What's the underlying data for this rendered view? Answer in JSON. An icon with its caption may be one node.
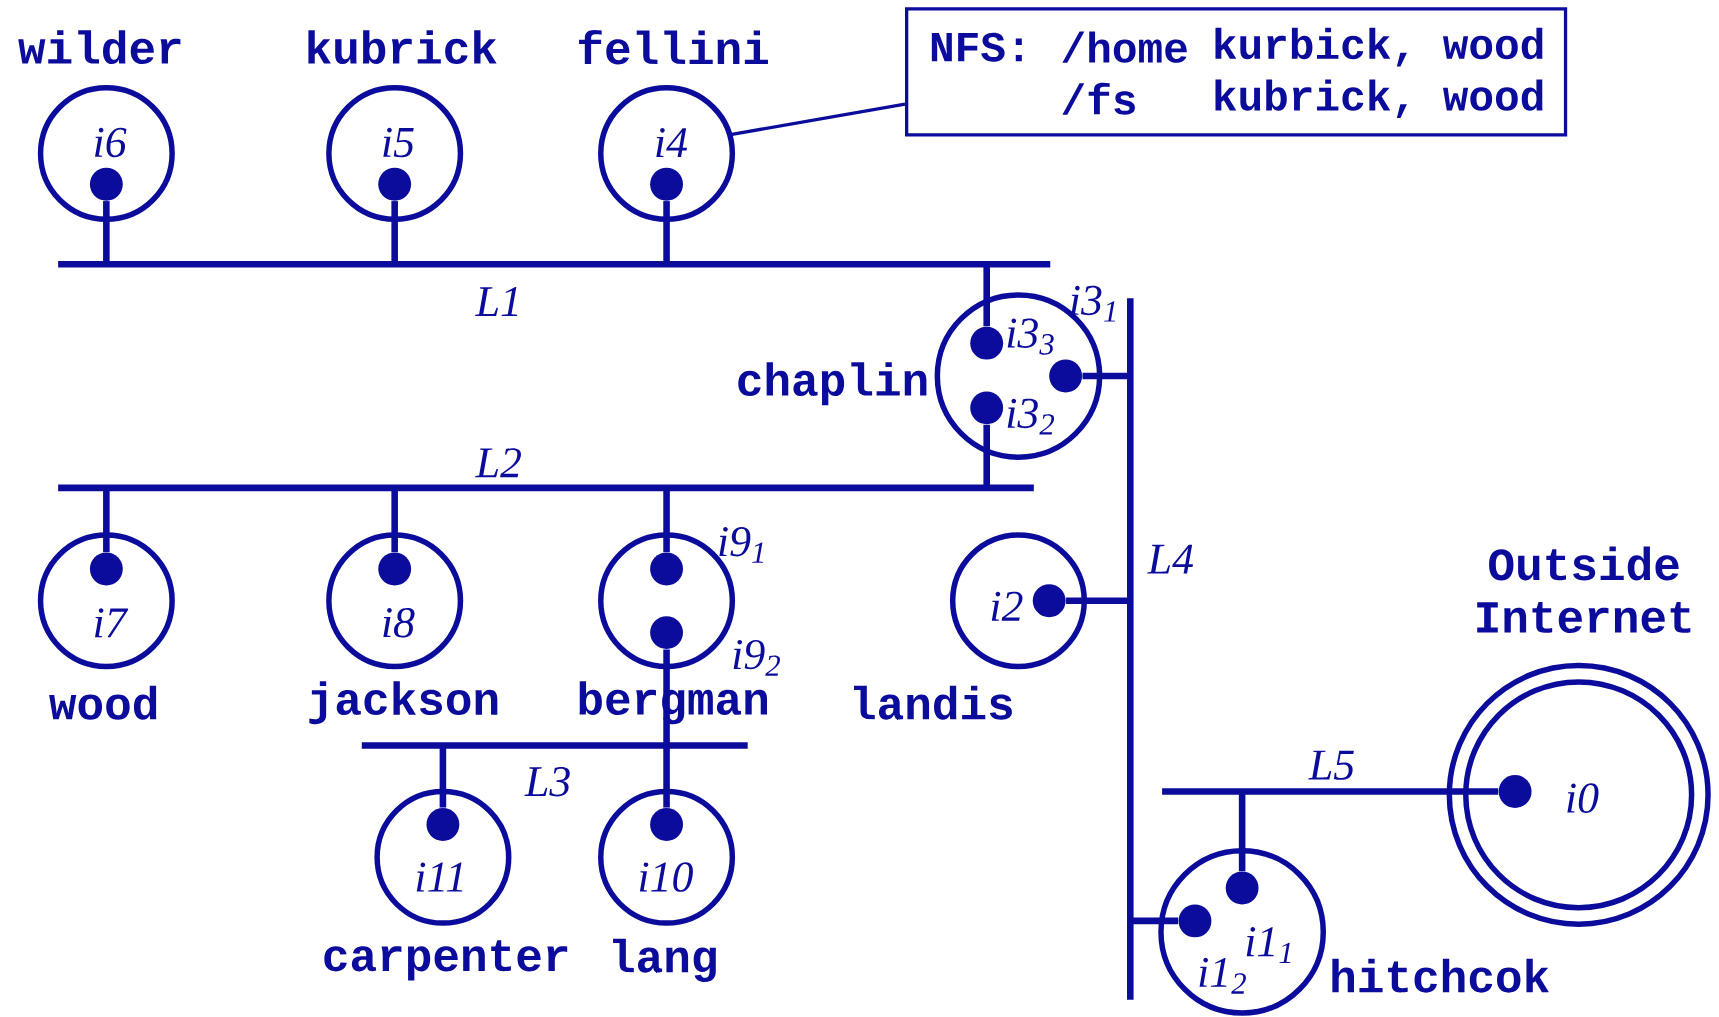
{
  "diagram": {
    "nodes": [
      {
        "text": [
          "wilder",
          "i6"
        ]
      },
      {
        "text": [
          "kubrick",
          "i5"
        ]
      },
      {
        "text": [
          "fellini",
          "i4"
        ]
      },
      {
        "text": [
          "NFS:",
          "/home",
          "kurbick, wood",
          "/fs",
          "kubrick, wood"
        ]
      },
      {
        "text": [
          "L1"
        ]
      },
      {
        "text": [
          "chaplin",
          "i3$_{1}$",
          "i3$_{3}$",
          "i3$_{2}$"
        ]
      },
      {
        "text": [
          "L2"
        ]
      },
      {
        "text": [
          "i7",
          "wood"
        ]
      },
      {
        "text": [
          "i8",
          "jackson"
        ]
      },
      {
        "text": [
          "i9$_{1}$",
          "i9$_{2}$",
          "bergman"
        ]
      },
      {
        "text": [
          "i2",
          "landis"
        ]
      },
      {
        "text": [
          "L4"
        ]
      },
      {
        "text": [
          "Outside Internet",
          "i0"
        ]
      },
      {
        "text": [
          "L3"
        ]
      },
      {
        "text": [
          "i11",
          "carpenter"
        ]
      },
      {
        "text": [
          "i10",
          "lang"
        ]
      },
      {
        "text": [
          "L5"
        ]
      },
      {
        "text": [
          "hitchcok",
          "i1$_{1}$",
          "i1$_{2}$"
        ]
      }
    ],
    "edges": [
      {
        "from": 0,
        "to": 4,
        "arrow": "none"
      },
      {
        "from": 1,
        "to": 4,
        "arrow": "none"
      },
      {
        "from": 2,
        "to": 4,
        "arrow": "none"
      },
      {
        "from": 5,
        "to": 4,
        "arrow": "none"
      },
      {
        "from": 5,
        "to": 11,
        "arrow": "none"
      },
      {
        "from": 5,
        "to": 6,
        "arrow": "none"
      },
      {
        "from": 7,
        "to": 6,
        "arrow": "none"
      },
      {
        "from": 8,
        "to": 6,
        "arrow": "none"
      },
      {
        "from": 9,
        "to": 6,
        "arrow": "none"
      },
      {
        "from": 9,
        "to": 13,
        "arrow": "none"
      },
      {
        "from": 10,
        "to": 11,
        "arrow": "none"
      },
      {
        "from": 14,
        "to": 13,
        "arrow": "none"
      },
      {
        "from": 15,
        "to": 13,
        "arrow": "none"
      },
      {
        "from": 17,
        "to": 16,
        "arrow": "none"
      },
      {
        "from": 17,
        "to": 11,
        "arrow": "none"
      },
      {
        "from": 12,
        "to": 16,
        "arrow": "none"
      },
      {
        "from": 3,
        "to": 2,
        "arrow": "none"
      }
    ]
  }
}
